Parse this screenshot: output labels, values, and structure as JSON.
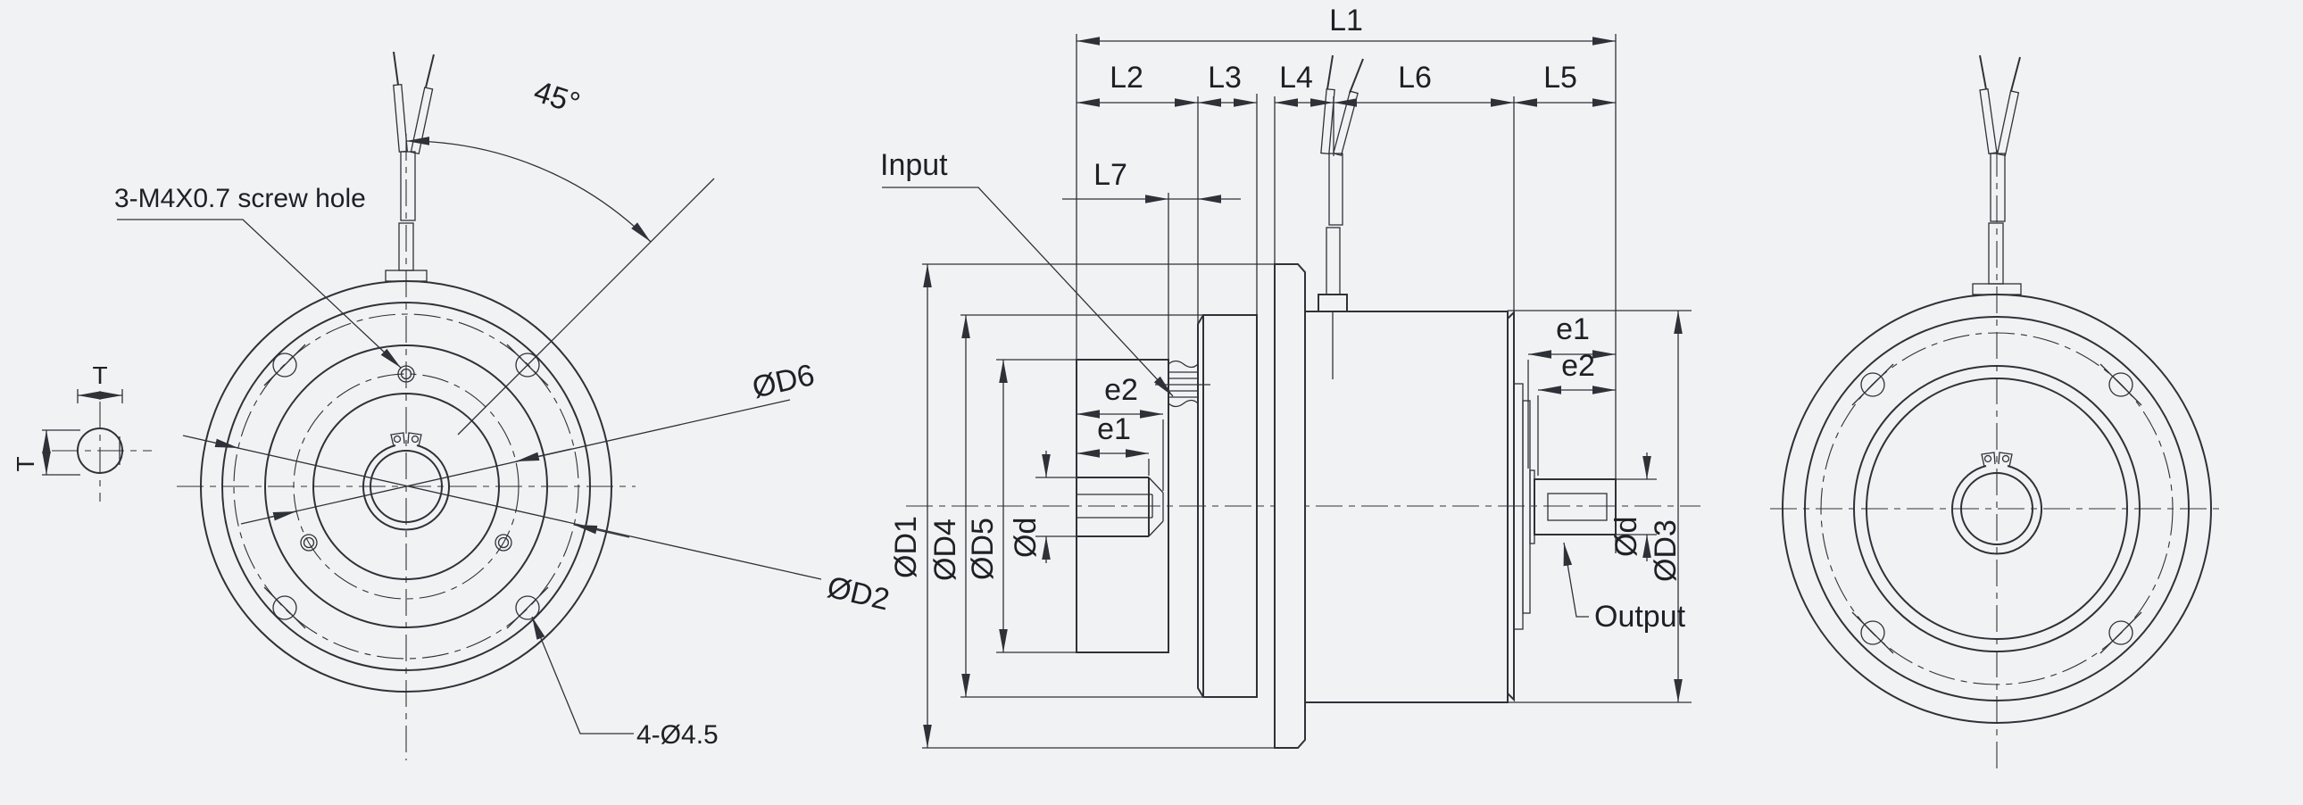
{
  "drawing": {
    "colors": {
      "background": "#f1f2f4",
      "line": "#2e3238",
      "text": "#1d2025"
    },
    "section_view": {
      "width_label": "T",
      "height_label": "T"
    },
    "front_view": {
      "angle_label": "45°",
      "screw_hole_note": "3-M4X0.7 screw hole",
      "bolt_hole_note": "4-Ø4.5",
      "dia_d6": "ØD6",
      "dia_d2": "ØD2"
    },
    "side_view": {
      "len_l1": "L1",
      "len_l2": "L2",
      "len_l3": "L3",
      "len_l4": "L4",
      "len_l5": "L5",
      "len_l6": "L6",
      "len_l7": "L7",
      "dia_d1": "ØD1",
      "dia_d4": "ØD4",
      "dia_d5": "ØD5",
      "dia_d3": "ØD3",
      "dia_d_left": "Ød",
      "dia_d_right": "Ød",
      "e1_left": "e1",
      "e2_left": "e2",
      "e1_right": "e1",
      "e2_right": "e2",
      "input_label": "Input",
      "output_label": "Output"
    }
  }
}
